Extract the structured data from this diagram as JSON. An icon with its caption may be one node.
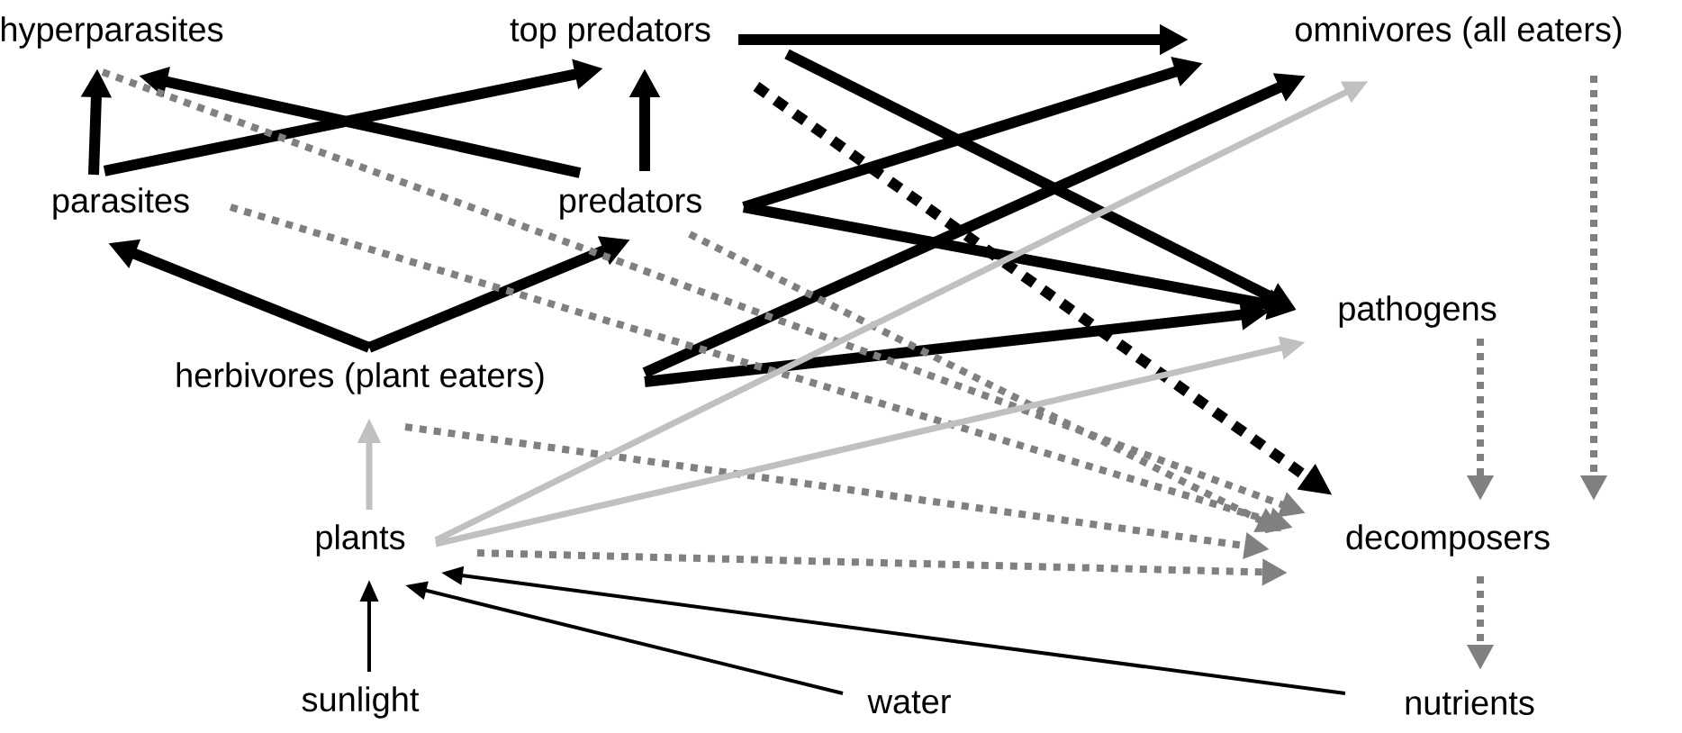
{
  "diagram": {
    "nodes": [
      {
        "text": [
          "hyperparasites"
        ]
      },
      {
        "text": [
          "top predators"
        ]
      },
      {
        "text": [
          "omnivores (all eaters)"
        ]
      },
      {
        "text": [
          "parasites"
        ]
      },
      {
        "text": [
          "predators"
        ]
      },
      {
        "text": [
          "pathogens"
        ]
      },
      {
        "text": [
          "herbivores (plant eaters)"
        ]
      },
      {
        "text": [
          "plants"
        ]
      },
      {
        "text": [
          "decomposers"
        ]
      },
      {
        "text": [
          "sunlight"
        ]
      },
      {
        "text": [
          "water"
        ]
      },
      {
        "text": [
          "nutrients"
        ]
      }
    ],
    "edges": [
      {
        "from": 3,
        "to": 0,
        "arrow": "to"
      },
      {
        "from": 3,
        "to": 1,
        "arrow": "to"
      },
      {
        "from": 4,
        "to": 0,
        "arrow": "to"
      },
      {
        "from": 4,
        "to": 1,
        "arrow": "to"
      },
      {
        "from": 1,
        "to": 2,
        "arrow": "to"
      },
      {
        "from": 1,
        "to": 5,
        "arrow": "to"
      },
      {
        "from": 4,
        "to": 2,
        "arrow": "to"
      },
      {
        "from": 4,
        "to": 5,
        "arrow": "to"
      },
      {
        "from": 6,
        "to": 3,
        "arrow": "to"
      },
      {
        "from": 6,
        "to": 4,
        "arrow": "to"
      },
      {
        "from": 6,
        "to": 2,
        "arrow": "to"
      },
      {
        "from": 6,
        "to": 5,
        "arrow": "to"
      },
      {
        "from": 1,
        "to": 8,
        "arrow": "to",
        "style": "dashed"
      },
      {
        "from": 0,
        "to": 8,
        "arrow": "to",
        "style": "dashed",
        "color": "#808080"
      },
      {
        "from": 3,
        "to": 8,
        "arrow": "to",
        "style": "dashed",
        "color": "#808080"
      },
      {
        "from": 4,
        "to": 8,
        "arrow": "to",
        "style": "dashed",
        "color": "#808080"
      },
      {
        "from": 6,
        "to": 8,
        "arrow": "to",
        "style": "dashed",
        "color": "#808080"
      },
      {
        "from": 7,
        "to": 8,
        "arrow": "to",
        "style": "dashed",
        "color": "#808080"
      },
      {
        "from": 5,
        "to": 8,
        "arrow": "to",
        "style": "dashed",
        "color": "#808080"
      },
      {
        "from": 2,
        "to": 8,
        "arrow": "to",
        "style": "dashed",
        "color": "#808080"
      },
      {
        "from": 8,
        "to": 11,
        "arrow": "to",
        "style": "dashed",
        "color": "#808080"
      },
      {
        "from": 7,
        "to": 6,
        "arrow": "to",
        "color": "#c0c0c0"
      },
      {
        "from": 7,
        "to": 2,
        "arrow": "to",
        "color": "#c0c0c0"
      },
      {
        "from": 7,
        "to": 5,
        "arrow": "to",
        "color": "#c0c0c0"
      },
      {
        "from": 9,
        "to": 7,
        "arrow": "to"
      },
      {
        "from": 10,
        "to": 7,
        "arrow": "to"
      },
      {
        "from": 11,
        "to": 7,
        "arrow": "to"
      }
    ]
  }
}
